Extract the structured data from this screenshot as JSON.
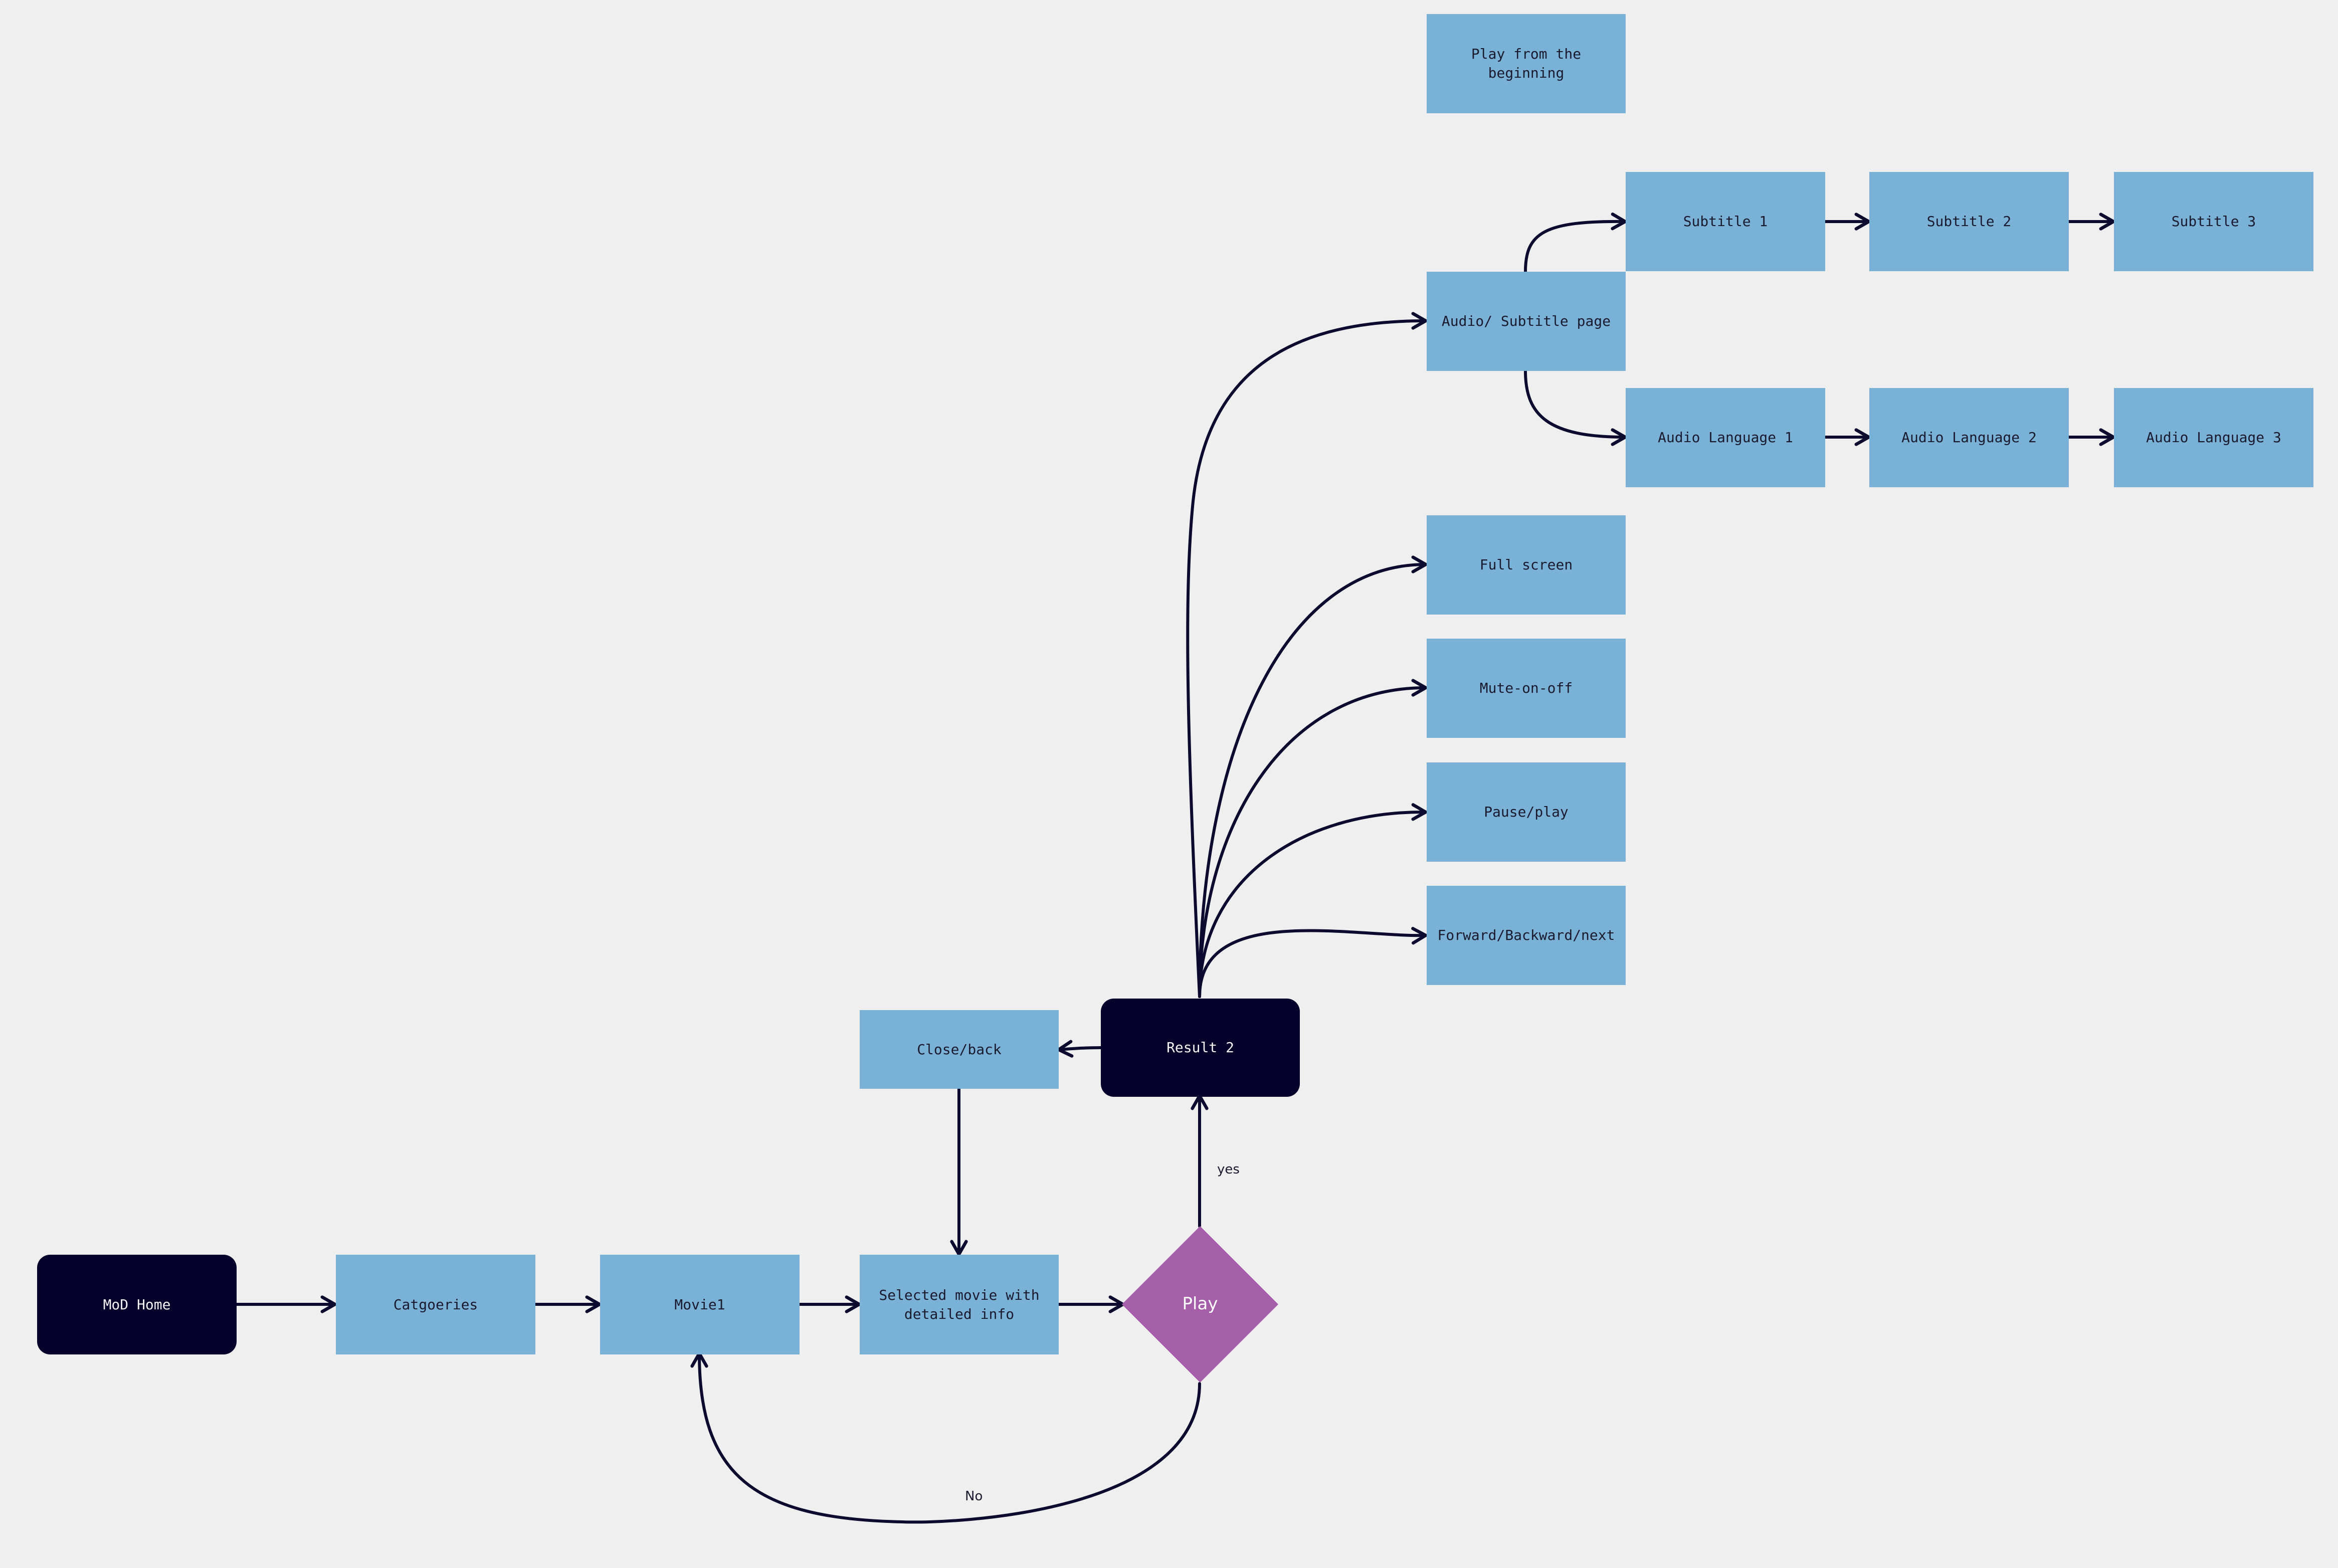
{
  "diagram": {
    "nodes": {
      "mod_home": "MoD Home",
      "categories": "Catgoeries",
      "movie1": "Movie1",
      "selected_movie": "Selected movie with\ndetailed info",
      "play": "Play",
      "result2": "Result 2",
      "close_back": "Close/back",
      "play_beginning": "Play from the\nbeginning",
      "audio_subtitle": "Audio/ Subtitle page",
      "subtitle1": "Subtitle 1",
      "subtitle2": "Subtitle 2",
      "subtitle3": "Subtitle 3",
      "audio_lang1": "Audio Language 1",
      "audio_lang2": "Audio Language 2",
      "audio_lang3": "Audio Language 3",
      "full_screen": "Full screen",
      "mute": "Mute-on-off",
      "pause_play": "Pause/play",
      "forward_backward": "Forward/Backward/next"
    },
    "edge_labels": {
      "yes": "yes",
      "no": "No"
    },
    "colors": {
      "background": "#efefef",
      "process_box": "#7ab1d6",
      "terminal": "#05012a",
      "decision": "#a45fa8",
      "edge": "#0c0a2e"
    }
  }
}
